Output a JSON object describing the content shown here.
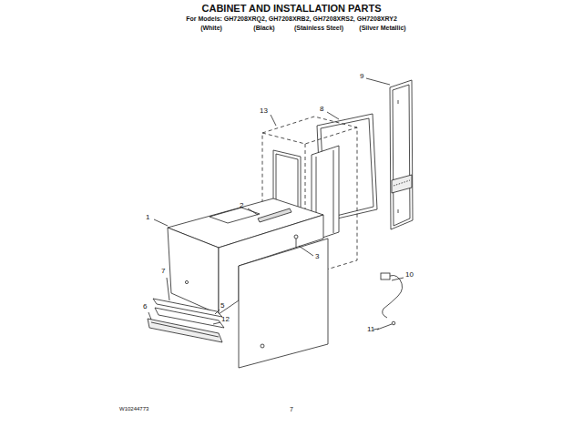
{
  "diagram": {
    "title": "CABINET AND INSTALLATION PARTS",
    "labels": [
      "For Models: GH7208XRQ2, GH7208XRB2, GH7208XRS2, GH7208XRY2",
      "(White)",
      "(Black)",
      "(Stainless Steel)",
      "(Silver Metallic)",
      "9",
      "8",
      "13",
      "2",
      "1",
      "3",
      "10",
      "7",
      "6",
      "5",
      "12",
      "11",
      "W10244773",
      "7"
    ]
  }
}
